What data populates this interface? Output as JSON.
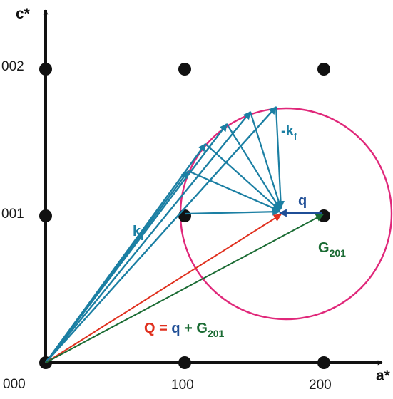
{
  "colors": {
    "axis": "#111111",
    "point": "#111111",
    "ewald_circle": "#e0287a",
    "k_vectors": "#1b7fa3",
    "q_vector": "#1f4e96",
    "Q_vector": "#e0301e",
    "G_vector": "#1a6b33"
  },
  "axes": {
    "vertical_label": "c*",
    "horizontal_label": "a*"
  },
  "tick_labels": {
    "origin": "000",
    "h100": "100",
    "h200": "200",
    "v001": "001",
    "v002": "002"
  },
  "lattice_points": [
    {
      "h": 0,
      "l": 0
    },
    {
      "h": 1,
      "l": 0
    },
    {
      "h": 2,
      "l": 0
    },
    {
      "h": 0,
      "l": 1
    },
    {
      "h": 1,
      "l": 1
    },
    {
      "h": 2,
      "l": 1
    },
    {
      "h": 0,
      "l": 2
    },
    {
      "h": 1,
      "l": 2
    },
    {
      "h": 2,
      "l": 2
    }
  ],
  "labels": {
    "ki_main": "k",
    "ki_sub": "i",
    "kf_main": "-k",
    "kf_sub": "f",
    "q": "q",
    "G_main": "G",
    "G_sub": "201",
    "eq_Q": "Q",
    "eq_equals": " = ",
    "eq_q": "q",
    "eq_plus": " + ",
    "eq_G": "G",
    "eq_G_sub": "201"
  }
}
